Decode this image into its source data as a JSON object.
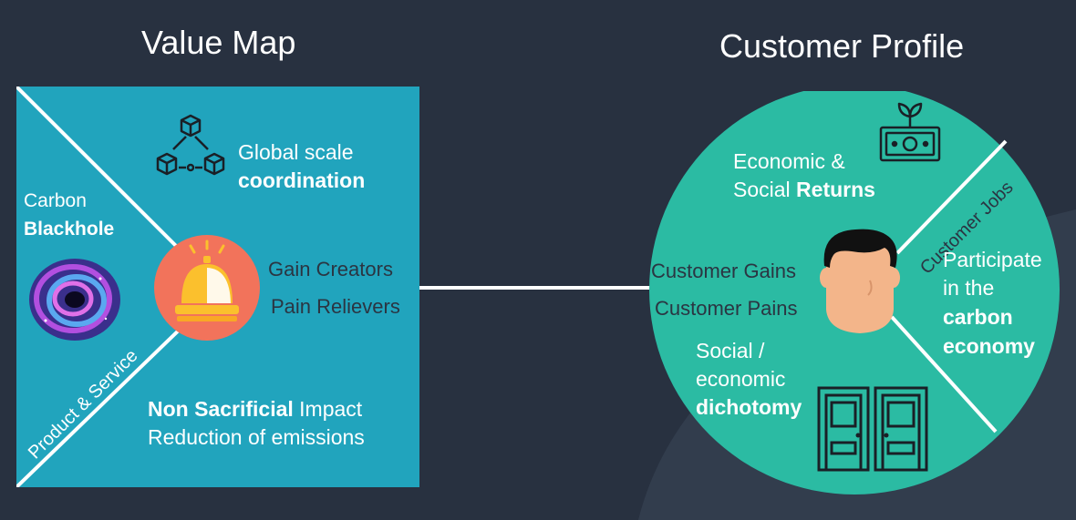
{
  "colors": {
    "background": "#283140",
    "value_map": "#21a4bd",
    "customer_profile": "#2bbba3",
    "bell_circle": "#f2735b",
    "bell": "#fbc02d",
    "face": "#f3b58a",
    "hair": "#111111"
  },
  "value_map": {
    "title": "Value Map",
    "coordination": {
      "line1": "Global scale",
      "line2": "coordination",
      "icon": "blockchain-network-icon"
    },
    "blackhole": {
      "line1": "Carbon",
      "line2": "Blackhole",
      "icon": "black-hole-icon"
    },
    "product_service": "Product & Service",
    "gain_creators": "Gain Creators",
    "pain_relievers": "Pain Relievers",
    "center_icon": "service-bell-icon",
    "impact": {
      "bold": "Non Sacrificial",
      "rest": " Impact",
      "line2": "Reduction of emissions"
    }
  },
  "customer_profile": {
    "title": "Customer Profile",
    "returns": {
      "line1": "Economic &",
      "line2_prefix": "Social ",
      "line2_bold": "Returns",
      "icon": "money-plant-icon"
    },
    "customer_jobs": "Customer Jobs",
    "participate": {
      "line1": "Participate",
      "line2": "in the",
      "line3": "carbon",
      "line4": "economy"
    },
    "customer_gains": "Customer Gains",
    "customer_pains": "Customer Pains",
    "dichotomy": {
      "line1": "Social /",
      "line2": "economic",
      "line3": "dichotomy",
      "icon": "double-doors-icon"
    },
    "center_icon": "customer-avatar-icon"
  }
}
